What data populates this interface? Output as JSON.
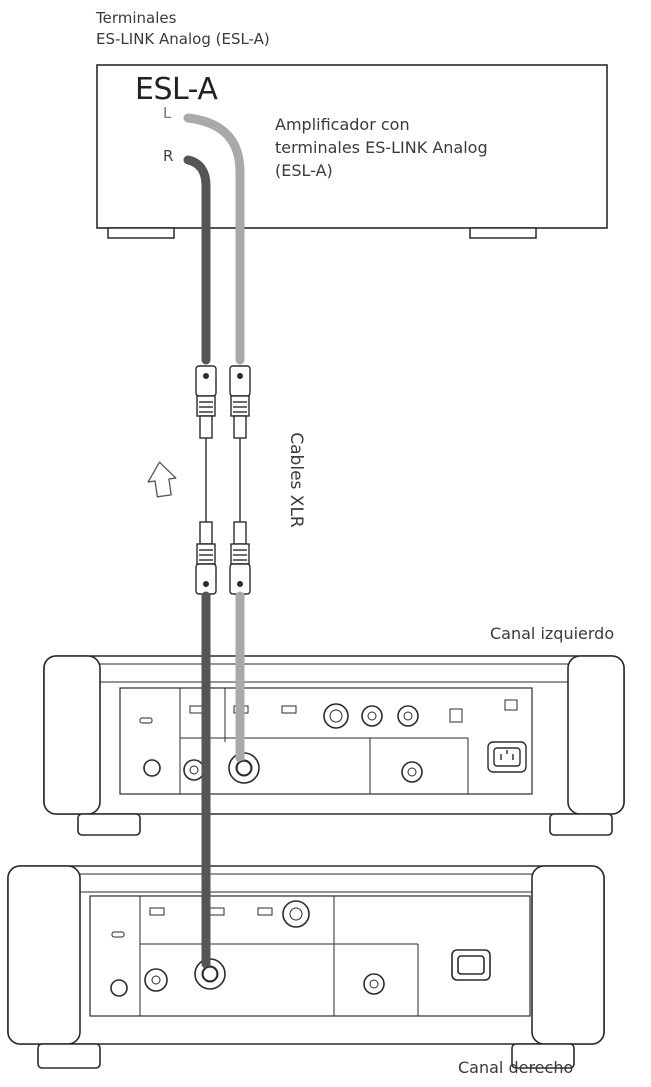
{
  "labels": {
    "terminals_line1": "Terminales",
    "terminals_line2": "ES-LINK Analog (ESL-A)",
    "device_title": "ESL-A",
    "left_terminal": "L",
    "right_terminal": "R",
    "amp_line1": "Amplificador con",
    "amp_line2": "terminales ES-LINK Analog",
    "amp_line3": "(ESL-A)",
    "cables": "Cables XLR",
    "left_channel": "Canal izquierdo",
    "right_channel": "Canal derecho"
  },
  "colors": {
    "outline": "#2b2b2b",
    "cable_left": "#a9a9a9",
    "cable_right": "#555555"
  },
  "icons": [
    "arrow-up-icon",
    "xlr-connector-icon",
    "power-inlet-icon"
  ]
}
